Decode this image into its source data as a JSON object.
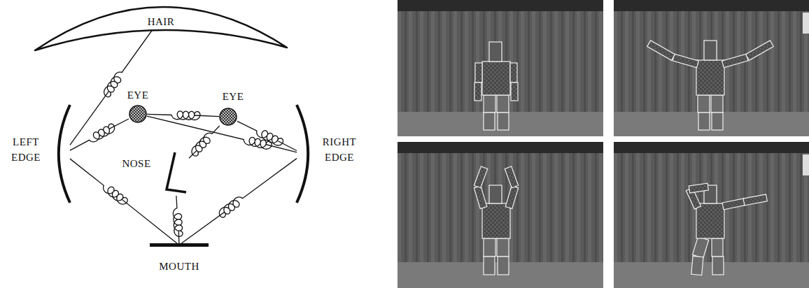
{
  "diagram": {
    "nodes": [
      {
        "text": [
          "HAIR"
        ]
      },
      {
        "text": [
          "EYE"
        ]
      },
      {
        "text": [
          "EYE"
        ]
      },
      {
        "text": [
          "LEFT EDGE"
        ]
      },
      {
        "text": [
          "NOSE"
        ]
      },
      {
        "text": [
          "RIGHT EDGE"
        ]
      },
      {
        "text": [
          "MOUTH"
        ]
      }
    ],
    "edges": [
      {
        "from": 0,
        "to": 3,
        "arrow": "none"
      },
      {
        "from": 3,
        "to": 1,
        "arrow": "none"
      },
      {
        "from": 1,
        "to": 2,
        "arrow": "none"
      },
      {
        "from": 1,
        "to": 5,
        "arrow": "none"
      },
      {
        "from": 2,
        "to": 5,
        "arrow": "none"
      },
      {
        "from": 2,
        "to": 4,
        "arrow": "none"
      },
      {
        "from": 3,
        "to": 6,
        "arrow": "none"
      },
      {
        "from": 4,
        "to": 6,
        "arrow": "none"
      },
      {
        "from": 5,
        "to": 6,
        "arrow": "none"
      }
    ]
  }
}
